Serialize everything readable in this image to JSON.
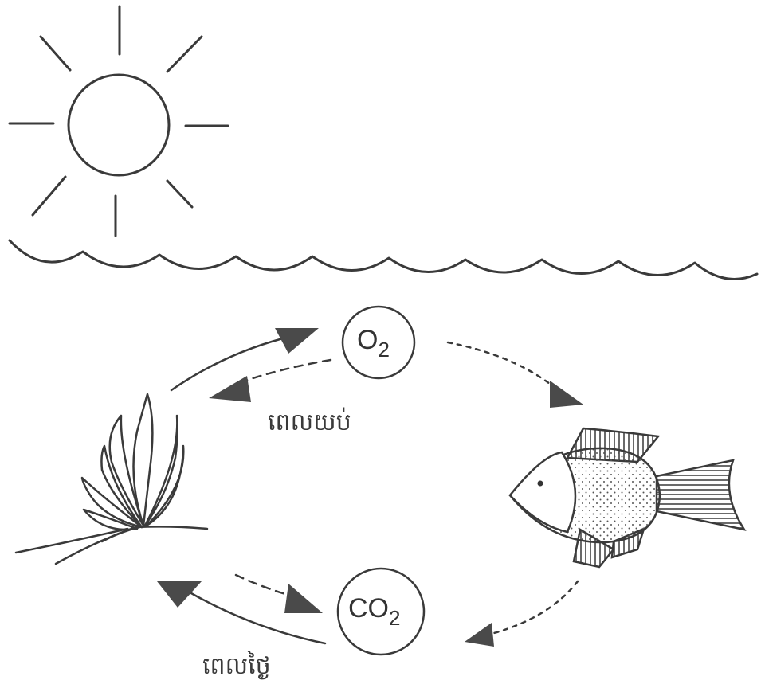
{
  "molecules": {
    "oxygen": {
      "element": "O",
      "subscript": "2"
    },
    "carbon_dioxide": {
      "element": "CO",
      "subscript": "2"
    }
  },
  "labels": {
    "night": "ពេលយប់",
    "day": "ពេលថ្ងៃ"
  },
  "icons": [
    "sun-icon",
    "water-surface",
    "aquatic-plant-icon",
    "fish-icon"
  ]
}
